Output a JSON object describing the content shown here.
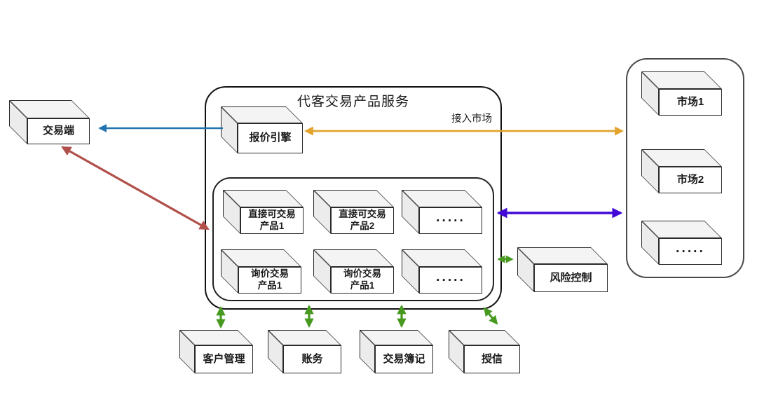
{
  "diagram": {
    "title": "代客交易产品服务",
    "access_market_label": "接入市场",
    "colors": {
      "blue": "#2174b0",
      "yellow": "#e2a42c",
      "red": "#b1504b",
      "purple": "#4209d6",
      "green": "#479920",
      "box_border": "#2a2a2a",
      "panel_border": "#111111"
    },
    "nodes": {
      "trade_terminal": "交易端",
      "quote_engine": "报价引擎",
      "risk_control": "风险控制",
      "customer_mgmt": "客户管理",
      "accounting": "账务",
      "trade_booking": "交易簿记",
      "credit": "授信"
    },
    "products": [
      {
        "line1": "直接可交易",
        "line2": "产品1"
      },
      {
        "line1": "直接可交易",
        "line2": "产品2"
      },
      {
        "dots": "·····"
      },
      {
        "line1": "询价交易",
        "line2": "产品1"
      },
      {
        "line1": "询价交易",
        "line2": "产品1"
      },
      {
        "dots": "·····"
      }
    ],
    "markets": [
      {
        "label": "市场1"
      },
      {
        "label": "市场2"
      },
      {
        "dots": "·····"
      }
    ]
  }
}
